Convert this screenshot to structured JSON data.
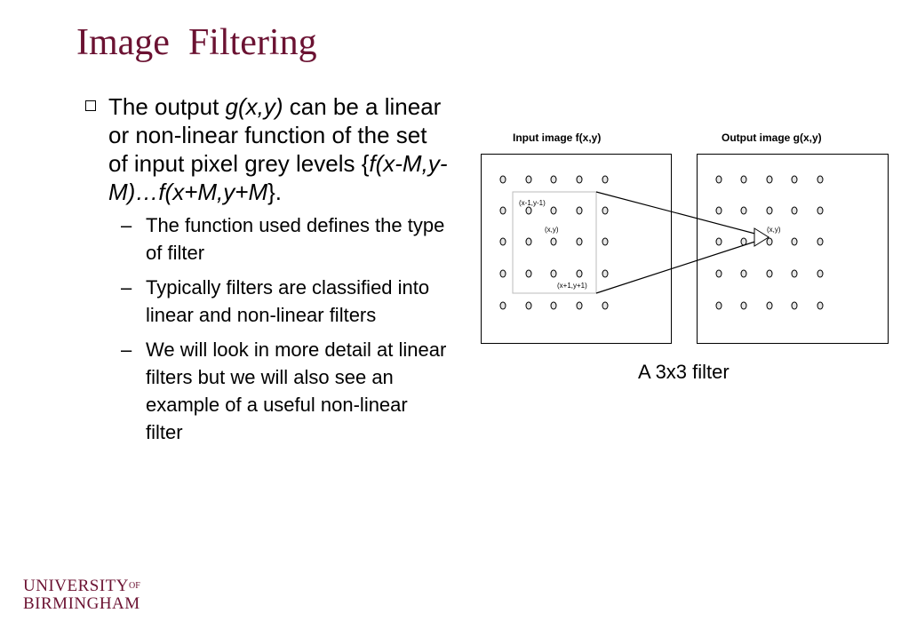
{
  "slide": {
    "title": "Image  Filtering"
  },
  "bullet_main": {
    "text_1": "The output ",
    "italic_1": "g(x,y)",
    "text_2": " can be a linear or non-linear function of the set of input pixel grey levels {",
    "italic_2": "f(x-M,y-M)…f(x+M,y+M",
    "text_3": "}."
  },
  "sub_bullets": [
    "The function used defines the type of filter",
    "Typically filters are classified into linear and non-linear filters",
    "We will look in more detail at linear filters but  we will also see an example of a useful non-linear filter"
  ],
  "figure": {
    "input_label": "Input image f(x,y)",
    "output_label": "Output image g(x,y)",
    "top_left_label": "(x-1,y-1)",
    "center_label": "(x,y)",
    "bottom_right_label": "(x+1,y+1)",
    "output_center_label": "(x,y)",
    "caption": "A 3x3 filter"
  },
  "logo": {
    "line1": "UNIVERSITY",
    "of": "OF",
    "line2": "BIRMINGHAM"
  }
}
